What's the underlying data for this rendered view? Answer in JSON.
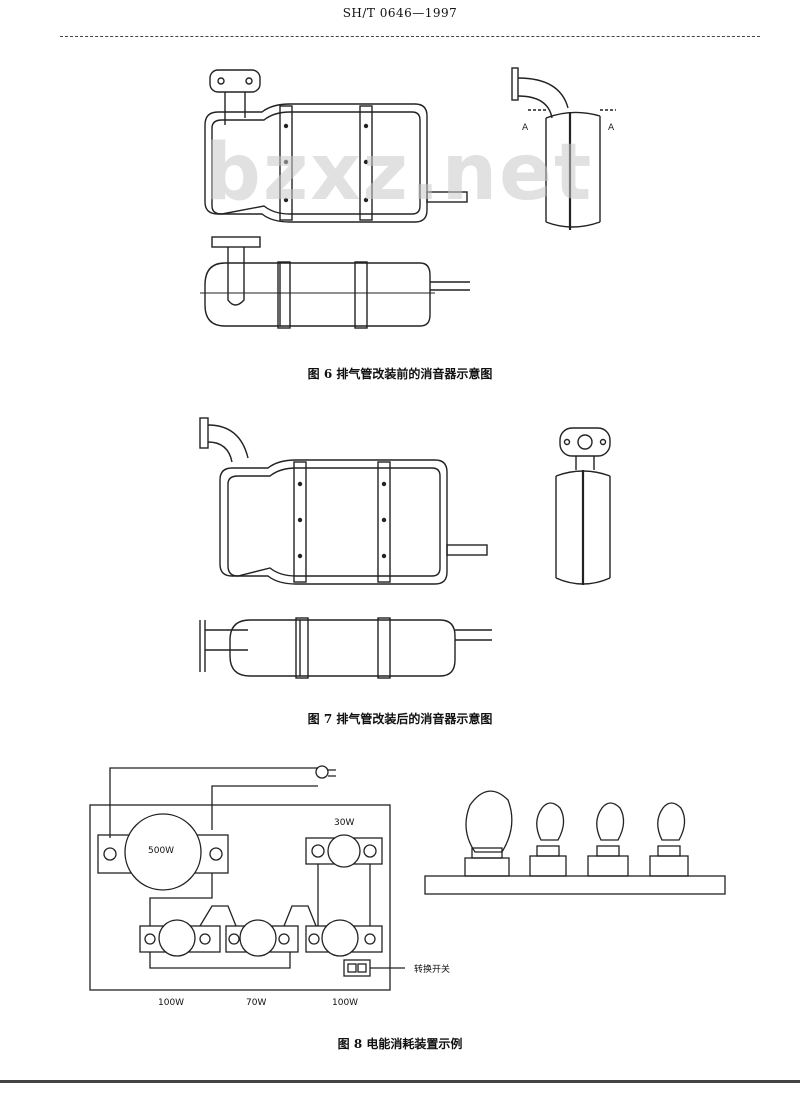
{
  "header": {
    "standard_number": "SH/T 0646—1997"
  },
  "watermark": "bzxz.net",
  "figures": {
    "fig6": {
      "caption": "图 6  排气管改装前的消音器示意图",
      "section_marks": [
        "A",
        "A"
      ]
    },
    "fig7": {
      "caption": "图 7  排气管改装后的消音器示意图"
    },
    "fig8": {
      "caption": "图 8  电能消耗装置示例",
      "bulb_labels": {
        "big": "500W",
        "small": "30W"
      },
      "bottom_labels": [
        "100W",
        "70W",
        "100W"
      ],
      "switch_label": "转换开关"
    }
  }
}
